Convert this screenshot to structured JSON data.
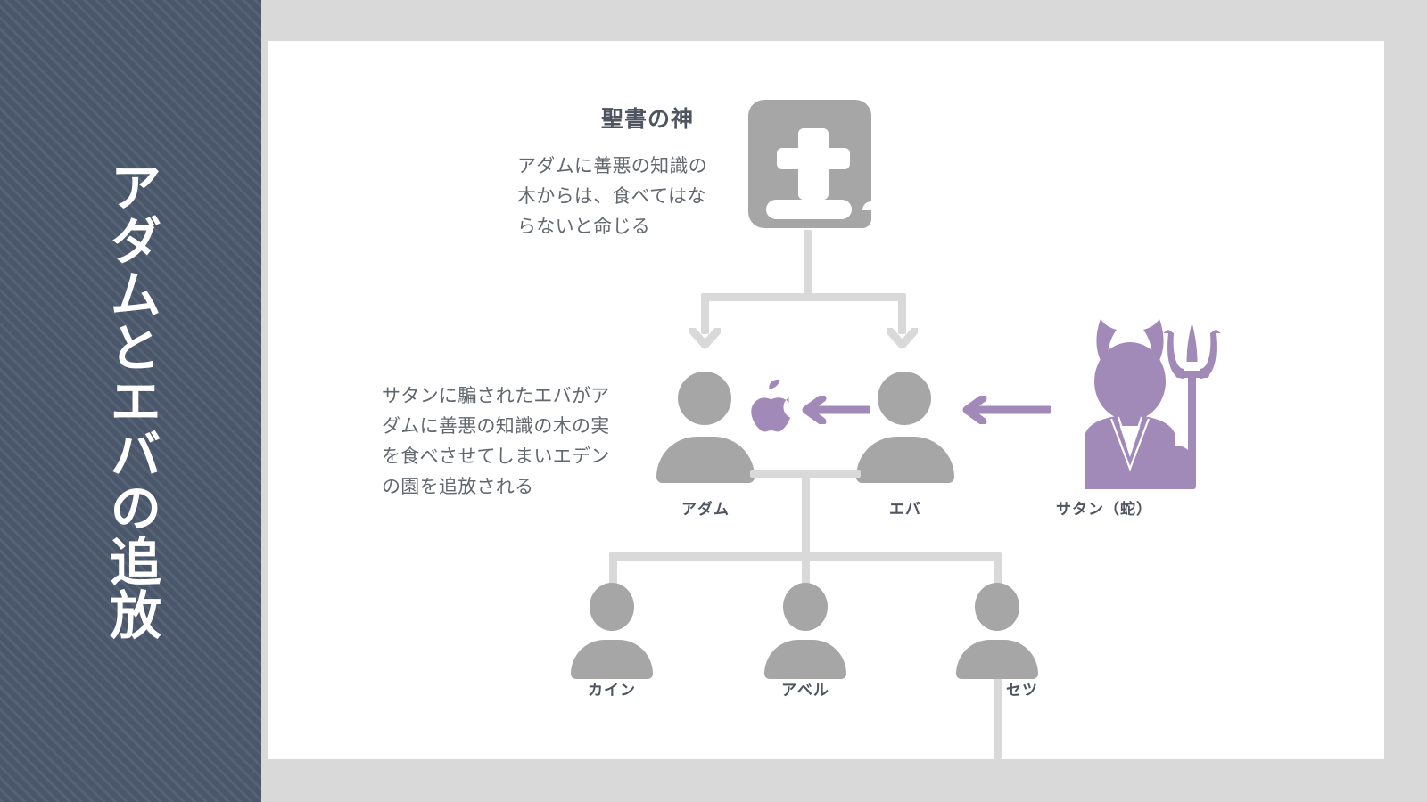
{
  "slide": {
    "sidebar_title": "アダムとエバの追放",
    "colors": {
      "sidebar_bg": "#4e5b70",
      "page_bg": "#d9d9d9",
      "card_bg": "#ffffff",
      "figure_gray": "#a6a6a6",
      "connector_gray": "#d9d9d9",
      "accent_purple": "#a189b8",
      "text_dark": "#4f5560",
      "text_body": "#63686f"
    }
  },
  "god": {
    "heading": "聖書の神",
    "description": "アダムに善悪の知識の木からは、食べてはならないと命じる",
    "icon": "bible-icon"
  },
  "eve_note": {
    "description": "サタンに騙されたエバがアダムに善悪の知識の木の実を食べさせてしまいエデンの園を追放される"
  },
  "figures": {
    "adam": {
      "label": "アダム",
      "icon": "person-icon"
    },
    "eve": {
      "label": "エバ",
      "icon": "person-icon"
    },
    "satan": {
      "label": "サタン（蛇）",
      "icon": "devil-icon"
    },
    "cain": {
      "label": "カイン",
      "icon": "person-icon"
    },
    "abel": {
      "label": "アベル",
      "icon": "person-icon"
    },
    "seth": {
      "label": "セツ",
      "icon": "person-icon"
    }
  },
  "symbols": {
    "forbidden_fruit": "apple-icon"
  },
  "connectors": {
    "god_to_adam": "arrow-down-icon",
    "god_to_eve": "arrow-down-icon",
    "satan_to_eve": "arrow-left-icon",
    "eve_to_adam": "arrow-left-icon"
  }
}
